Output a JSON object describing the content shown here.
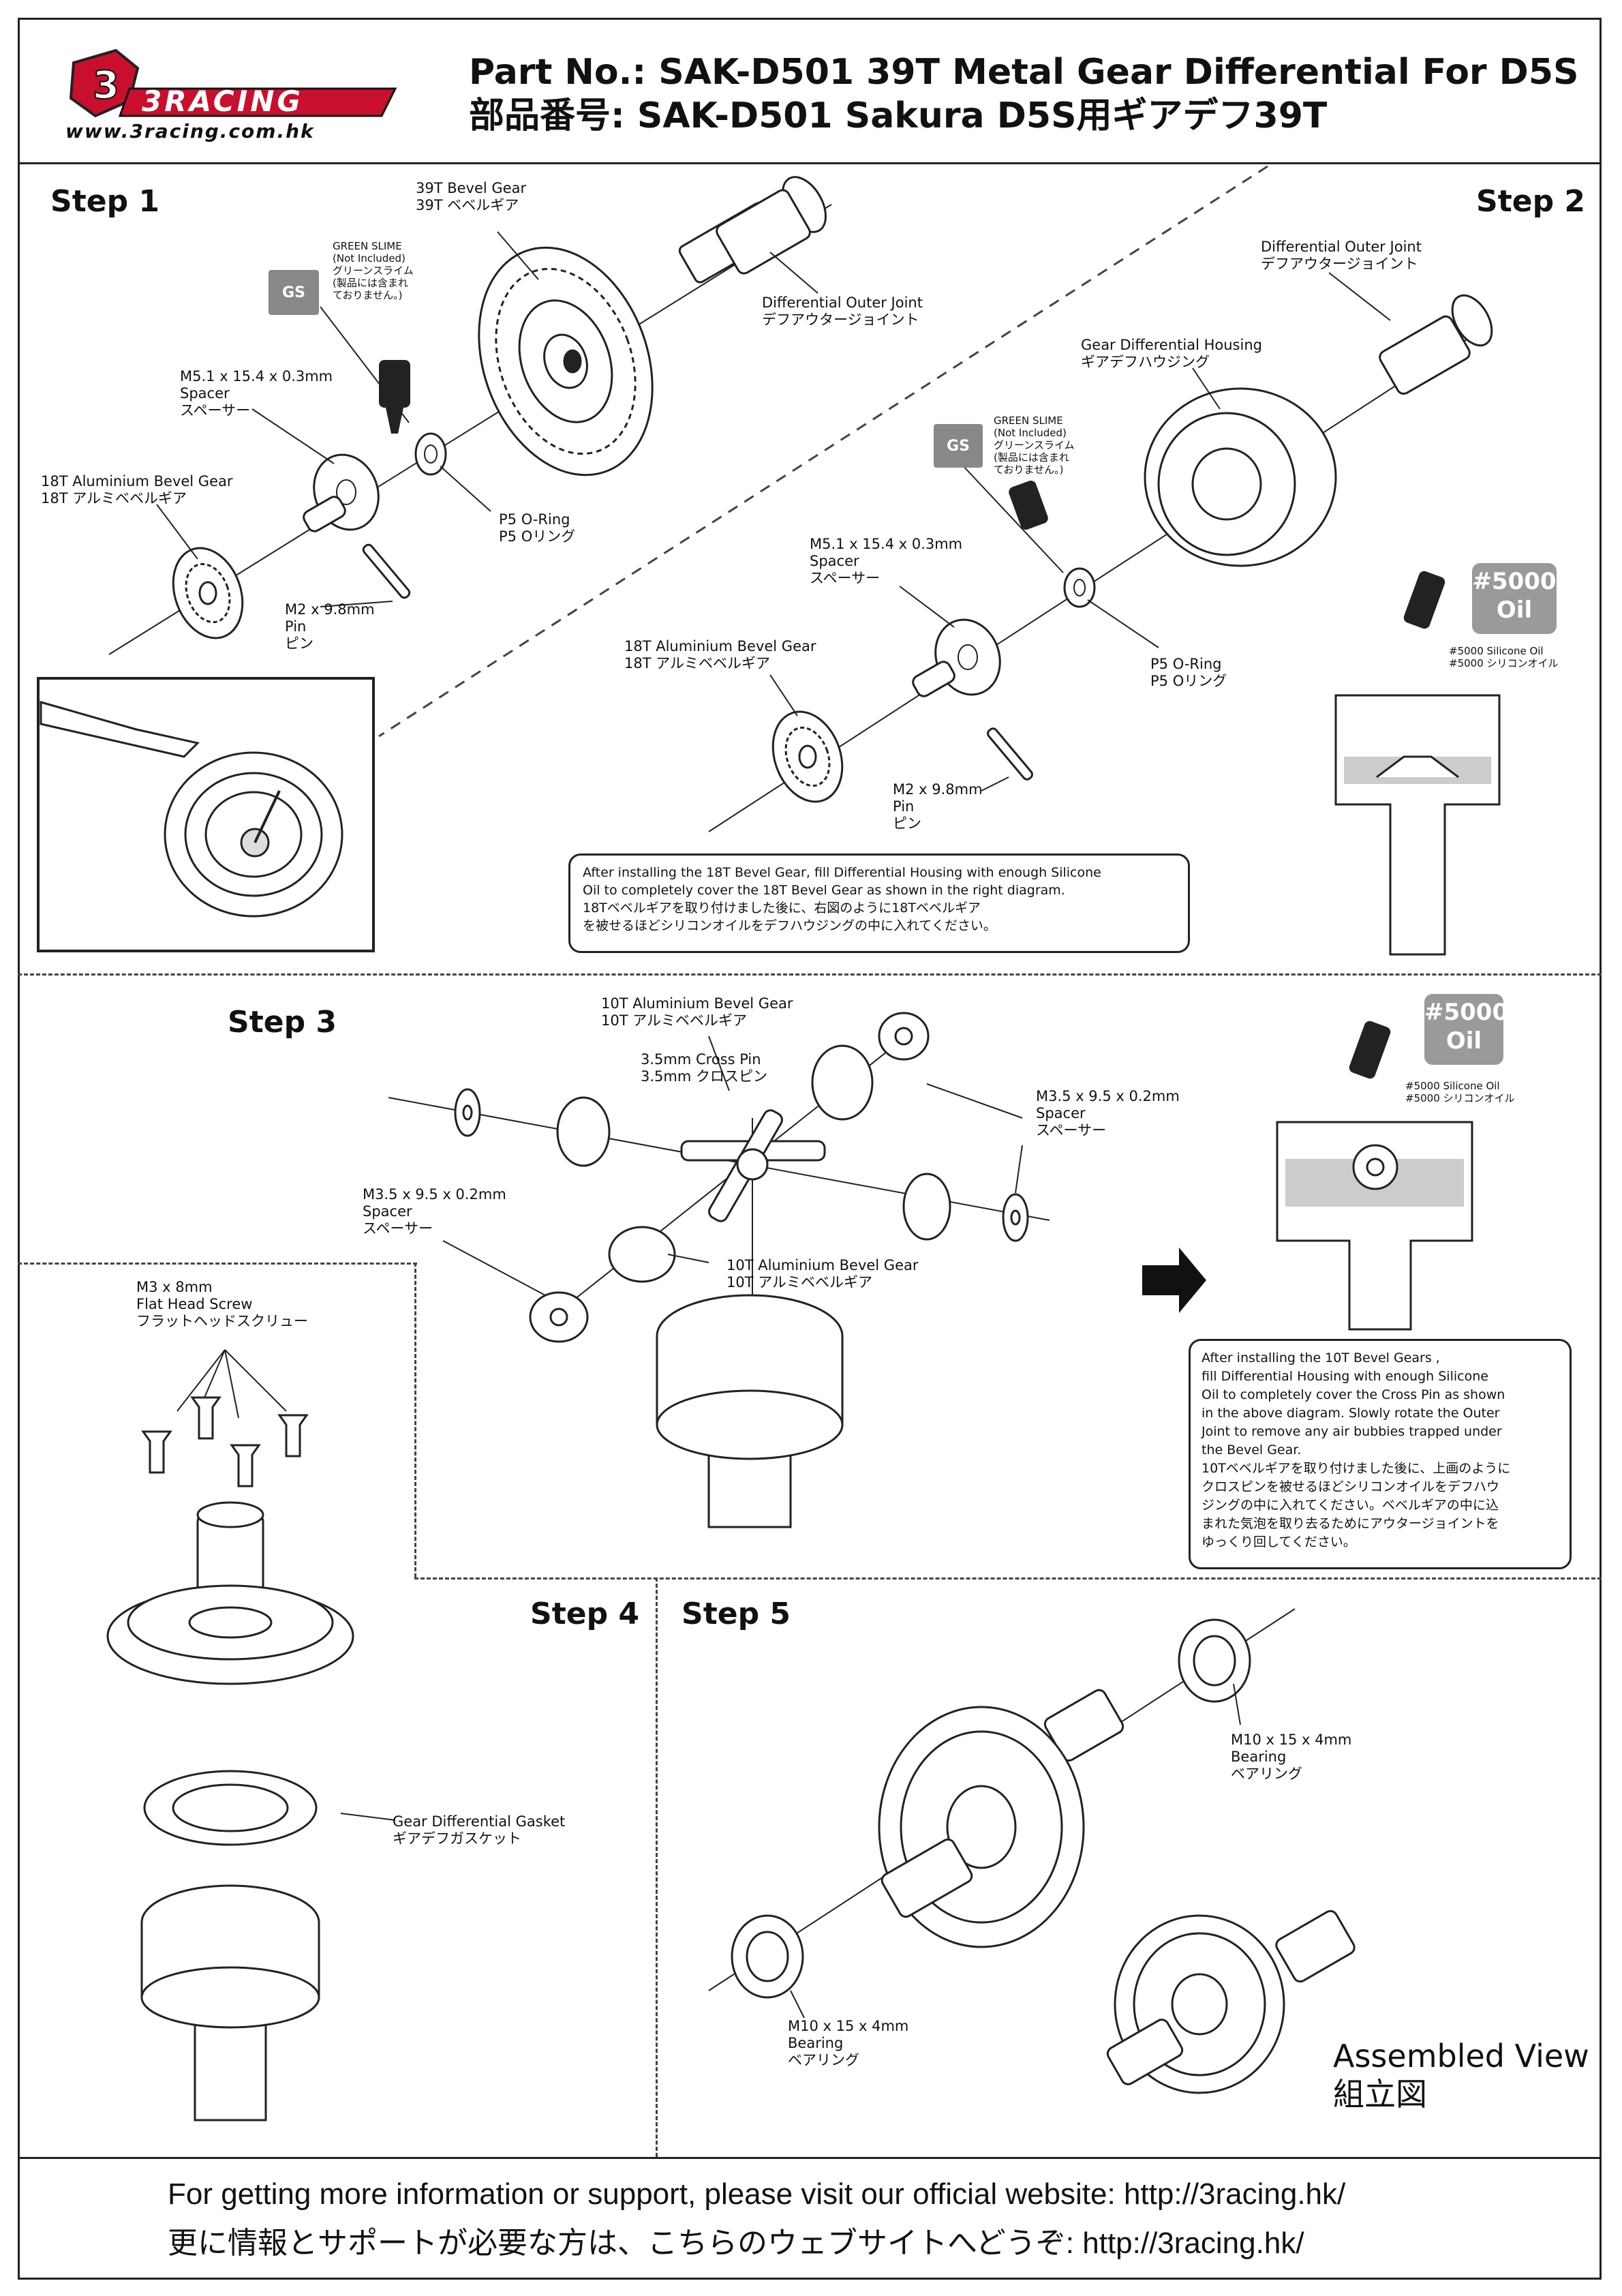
{
  "header": {
    "logo_text": "3RACING",
    "logo_url": "www.3racing.com.hk",
    "title_en": "Part No.: SAK-D501  39T Metal Gear Differential For D5S",
    "title_jp": "部品番号: SAK-D501  Sakura D5S用ギアデフ39T"
  },
  "steps": {
    "step1": "Step 1",
    "step2": "Step 2",
    "step3": "Step 3",
    "step4": "Step 4",
    "step5": "Step 5"
  },
  "step1": {
    "bevel39": [
      "39T Bevel Gear",
      "39T ベベルギア"
    ],
    "outer_joint": [
      "Differential Outer Joint",
      "デフアウタージョイント"
    ],
    "gs_badge": "GS",
    "green_slime": [
      "GREEN SLIME",
      "(Not Included)",
      "グリーンスライム",
      "(製品には含まれ",
      "ておりません。)"
    ],
    "spacer": [
      "M5.1 x 15.4 x 0.3mm",
      "Spacer",
      "スペーサー"
    ],
    "bevel18": [
      "18T Aluminium Bevel Gear",
      "18T アルミベベルギア"
    ],
    "oring": [
      "P5 O-Ring",
      "P5 Oリング"
    ],
    "pin": [
      "M2 x 9.8mm",
      "Pin",
      "ピン"
    ]
  },
  "step2": {
    "outer_joint": [
      "Differential Outer Joint",
      "デフアウタージョイント"
    ],
    "housing": [
      "Gear Differential Housing",
      "ギアデフハウジング"
    ],
    "gs_badge": "GS",
    "green_slime": [
      "GREEN SLIME",
      "(Not Included)",
      "グリーンスライム",
      "(製品には含まれ",
      "ておりません。)"
    ],
    "spacer": [
      "M5.1 x 15.4 x 0.3mm",
      "Spacer",
      "スペーサー"
    ],
    "bevel18": [
      "18T Aluminium Bevel Gear",
      "18T アルミベベルギア"
    ],
    "oring": [
      "P5 O-Ring",
      "P5 Oリング"
    ],
    "pin": [
      "M2 x 9.8mm",
      "Pin",
      "ピン"
    ],
    "oil_badge": [
      "#5000",
      "Oil"
    ],
    "oil_label": [
      "#5000 Silicone Oil",
      "#5000 シリコンオイル"
    ],
    "note": [
      "After installing the 18T Bevel Gear, fill Differential Housing with enough Silicone",
      "Oil to completely cover the 18T Bevel Gear as shown in the right diagram.",
      "18Tベベルギアを取り付けました後に、右図のように18Tベベルギア",
      "を被せるほどシリコンオイルをデフハウジングの中に入れてください。"
    ]
  },
  "step3": {
    "bevel10_top": [
      "10T Aluminium Bevel Gear",
      "10T アルミベベルギア"
    ],
    "cross_pin": [
      "3.5mm Cross Pin",
      "3.5mm クロスピン"
    ],
    "spacer_right": [
      "M3.5 x 9.5 x 0.2mm",
      "Spacer",
      "スペーサー"
    ],
    "spacer_left": [
      "M3.5 x 9.5 x 0.2mm",
      "Spacer",
      "スペーサー"
    ],
    "bevel10_bottom": [
      "10T Aluminium Bevel Gear",
      "10T アルミベベルギア"
    ],
    "oil_badge": [
      "#5000",
      "Oil"
    ],
    "oil_label": [
      "#5000 Silicone Oil",
      "#5000 シリコンオイル"
    ],
    "note": [
      "After installing the 10T Bevel Gears ,",
      "fill Differential Housing with enough Silicone",
      "Oil to completely cover the Cross Pin as shown",
      "in the above diagram. Slowly rotate the Outer",
      "Joint to remove any air bubbies trapped under",
      "the Bevel Gear.",
      "10Tベベルギアを取り付けました後に、上画のように",
      "クロスピンを被せるほどシリコンオイルをデフハウ",
      "ジングの中に入れてください。ベベルギアの中に込",
      "まれた気泡を取り去るためにアウタージョイントを",
      "ゆっくり回してください。"
    ]
  },
  "step4": {
    "screw": [
      "M3 x 8mm",
      "Flat Head Screw",
      "フラットヘッドスクリュー"
    ],
    "gasket": [
      "Gear Differential Gasket",
      "ギアデフガスケット"
    ]
  },
  "step5": {
    "bearing_top": [
      "M10 x 15 x 4mm",
      "Bearing",
      "ベアリング"
    ],
    "bearing_bottom": [
      "M10 x 15 x 4mm",
      "Bearing",
      "ベアリング"
    ],
    "assembled": [
      "Assembled View",
      "組立図"
    ]
  },
  "footer": {
    "en": "For getting more information or support, please visit our official website: http://3racing.hk/",
    "jp": "更に情報とサポートが必要な方は、こちらのウェブサイトへどうぞ: http://3racing.hk/"
  }
}
